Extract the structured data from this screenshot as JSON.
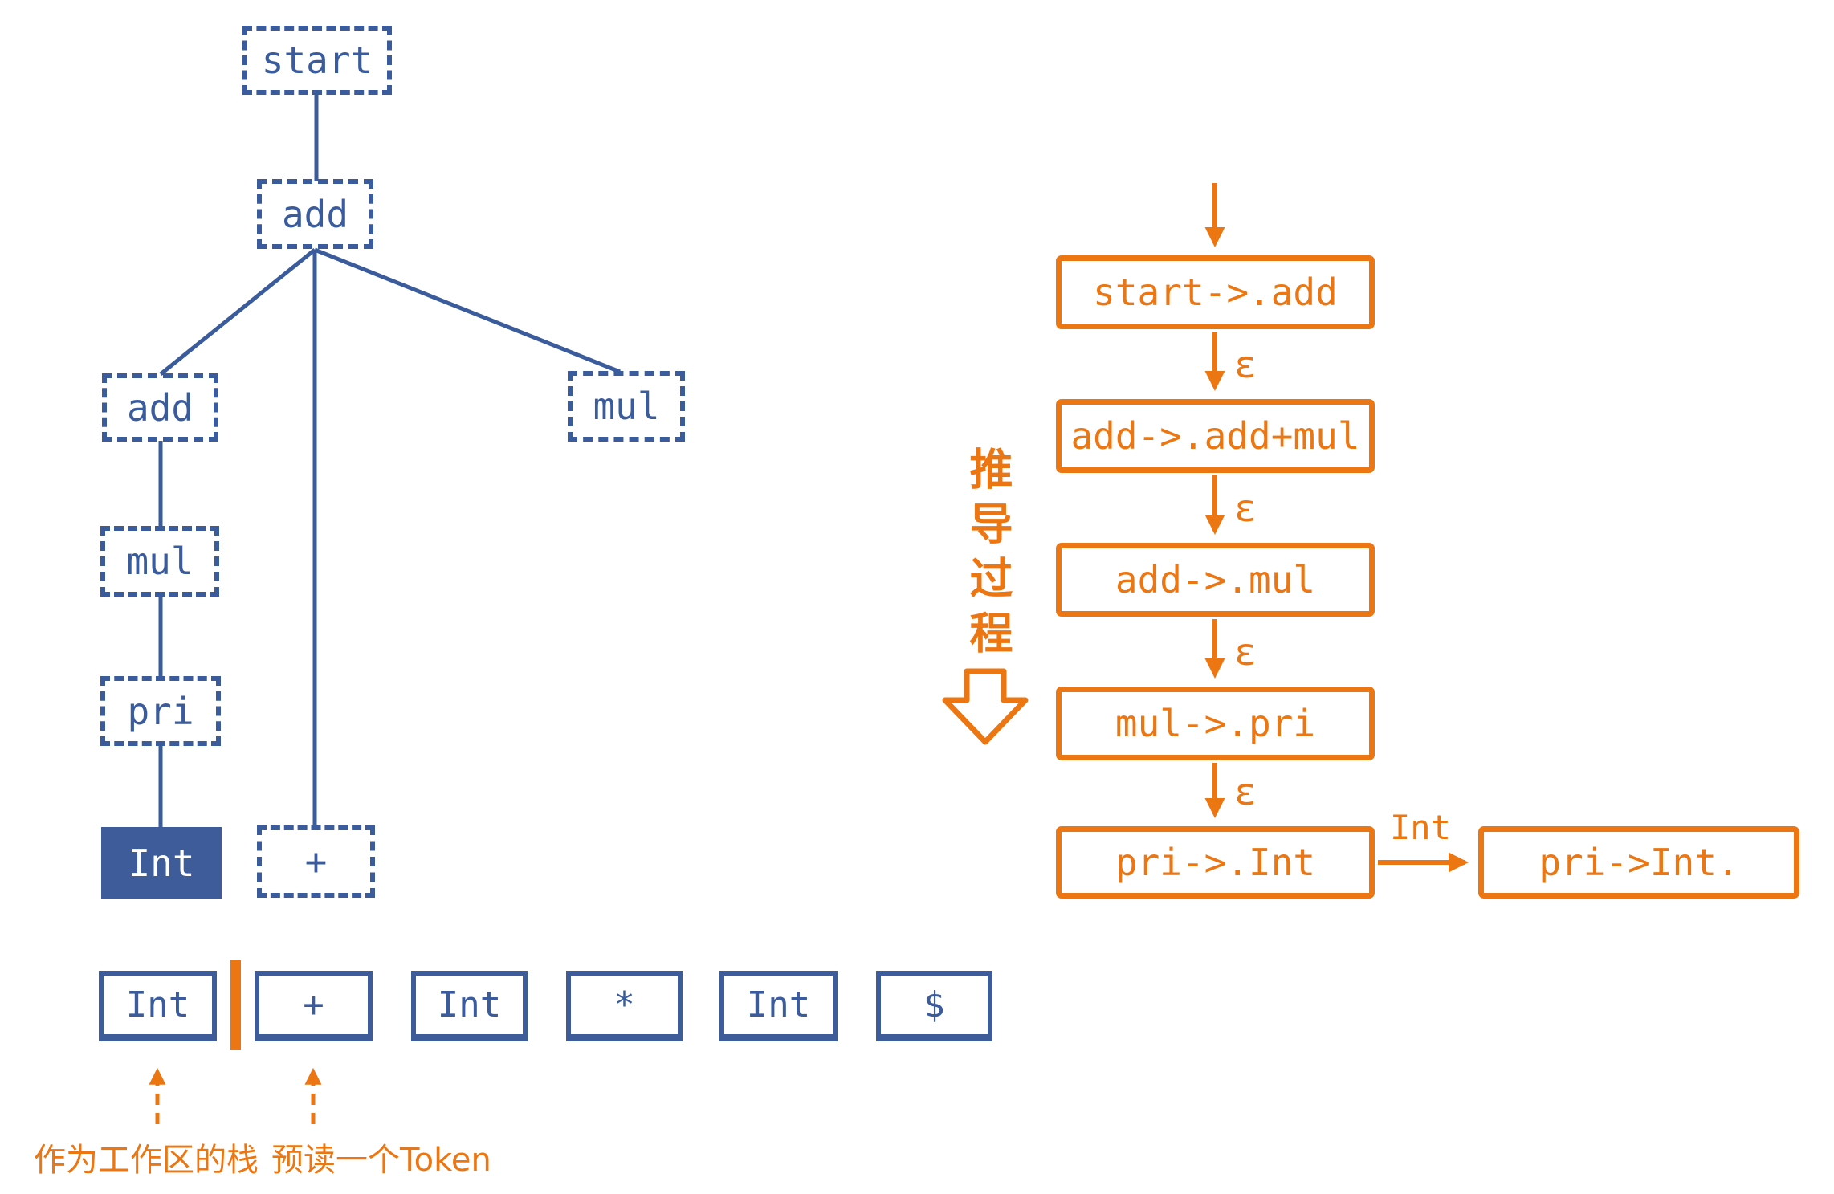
{
  "colors": {
    "blue": "#3a5b9c",
    "blue_fill": "#3e5c99",
    "orange": "#ec7612"
  },
  "tree": {
    "start": "start",
    "add_root": "add",
    "add_left": "add",
    "mul_right": "mul",
    "mul_left": "mul",
    "pri": "pri",
    "int_leaf": "Int",
    "plus_leaf": "+"
  },
  "tokens": {
    "items": [
      "Int",
      "+",
      "Int",
      "*",
      "Int",
      "$"
    ]
  },
  "derivation": {
    "steps": [
      "start->.add",
      "add->.add+mul",
      "add->.mul",
      "mul->.pri",
      "pri->.Int"
    ],
    "result": "pri->Int.",
    "epsilon": "ε",
    "shift_token": "Int"
  },
  "labels": {
    "stack_note": "作为工作区的栈",
    "lookahead_note": "预读一个Token",
    "derivation_note": "推导过程"
  }
}
